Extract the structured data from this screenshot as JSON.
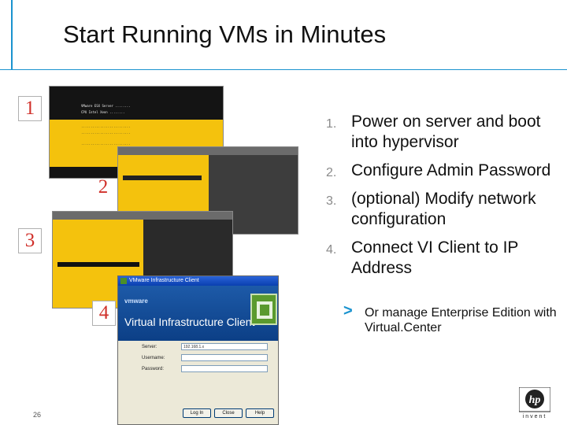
{
  "slide": {
    "title": "Start Running VMs in Minutes",
    "page_number": "26",
    "accent_color": "#1a93cf",
    "number_color": "#d0302a"
  },
  "markers": [
    "1",
    "2",
    "3",
    "4"
  ],
  "steps": [
    {
      "num": "1.",
      "text": "Power on server and boot into hypervisor"
    },
    {
      "num": "2.",
      "text": "Configure Admin Password"
    },
    {
      "num": "3.",
      "text": "(optional) Modify network configuration"
    },
    {
      "num": "4.",
      "text": "Connect VI Client to IP Address"
    }
  ],
  "sub_bullet": {
    "icon": "chevron-right-icon",
    "text": "Or manage Enterprise Edition with Virtual.Center"
  },
  "vi_client": {
    "window_title": "VMware Infrastructure Client",
    "brand": "vmware",
    "product_name": "Virtual Infrastructure Client",
    "fields": [
      {
        "label": "Server:",
        "value": "192.168.1.x"
      },
      {
        "label": "Username:",
        "value": ""
      },
      {
        "label": "Password:",
        "value": ""
      }
    ],
    "buttons": [
      "Log In",
      "Close",
      "Help"
    ]
  },
  "logo": {
    "name": "hp-logo-icon",
    "text": "hp",
    "subtext": "invent"
  }
}
